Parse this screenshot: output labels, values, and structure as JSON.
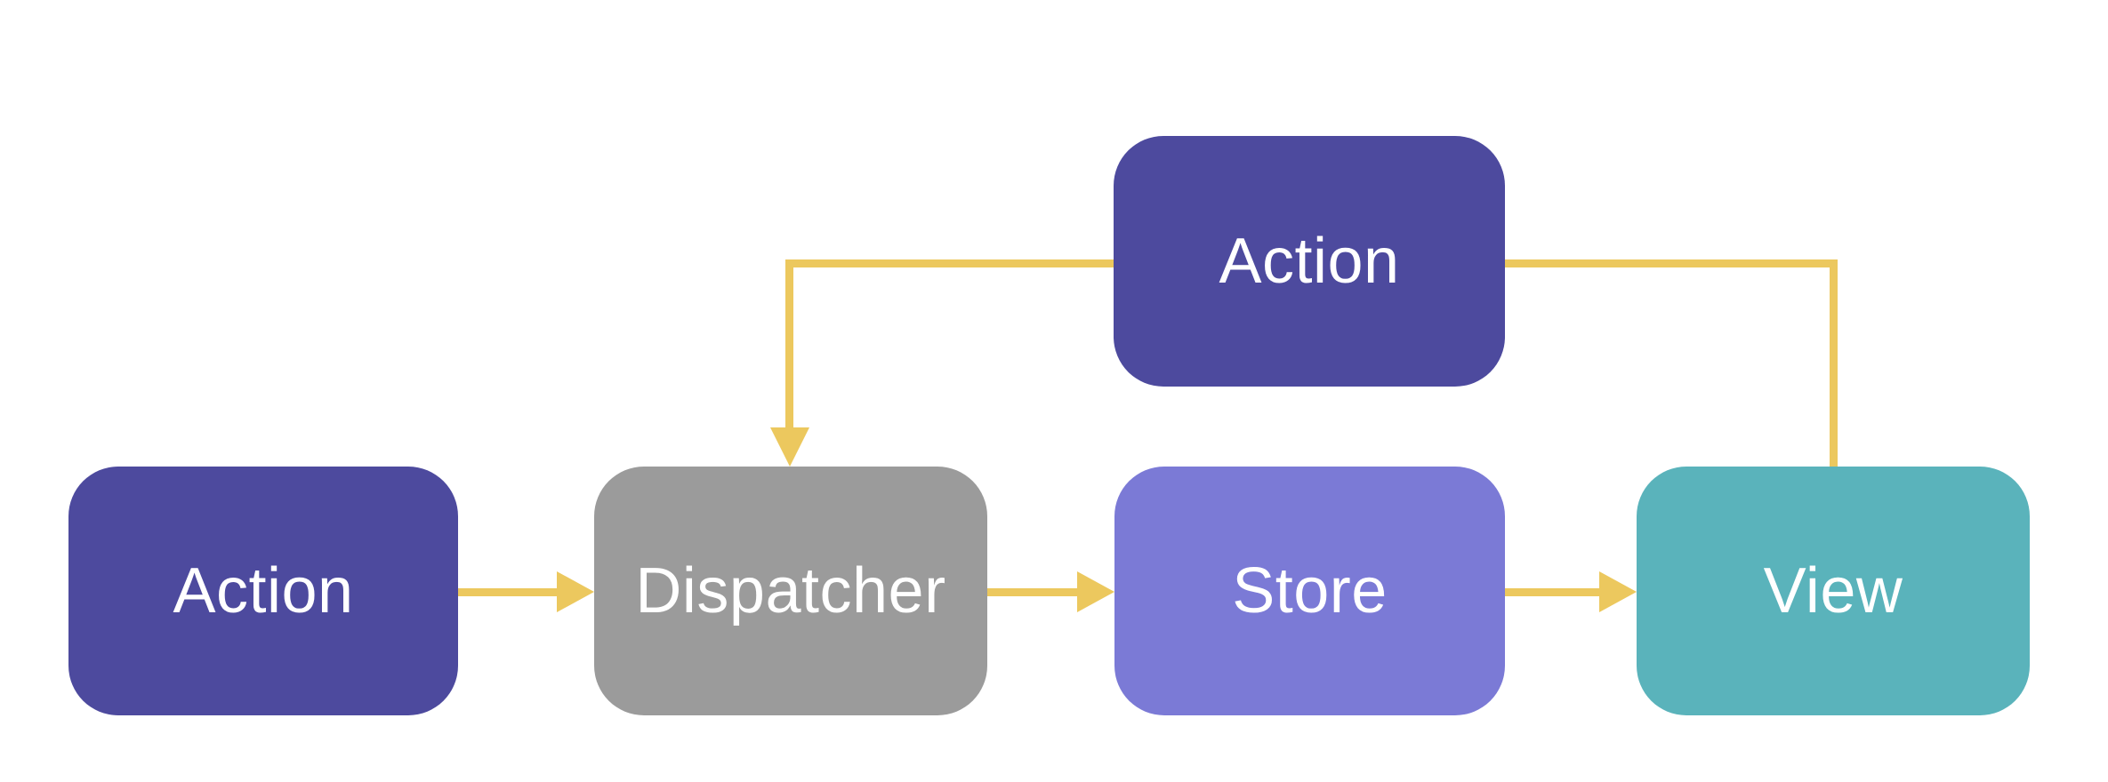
{
  "diagram": {
    "type": "flowchart",
    "nodes": {
      "action_top": {
        "label": "Action"
      },
      "action": {
        "label": "Action"
      },
      "dispatcher": {
        "label": "Dispatcher"
      },
      "store": {
        "label": "Store"
      },
      "view": {
        "label": "View"
      }
    },
    "edges": [
      {
        "from": "action",
        "to": "dispatcher",
        "style": "arrow",
        "direction": "right"
      },
      {
        "from": "dispatcher",
        "to": "store",
        "style": "arrow",
        "direction": "right"
      },
      {
        "from": "store",
        "to": "view",
        "style": "arrow",
        "direction": "right"
      },
      {
        "from": "action_top",
        "to": "dispatcher",
        "style": "elbow-arrow",
        "direction": "down"
      },
      {
        "from": "view",
        "to": "action_top",
        "style": "elbow-line",
        "direction": "up"
      }
    ]
  },
  "colors": {
    "action": "#4d4a9e",
    "dispatcher": "#9b9b9b",
    "store": "#7b7ad6",
    "view": "#5ab3bb",
    "connector": "#ecc85e",
    "node_text": "#ffffff",
    "background": "#ffffff"
  }
}
